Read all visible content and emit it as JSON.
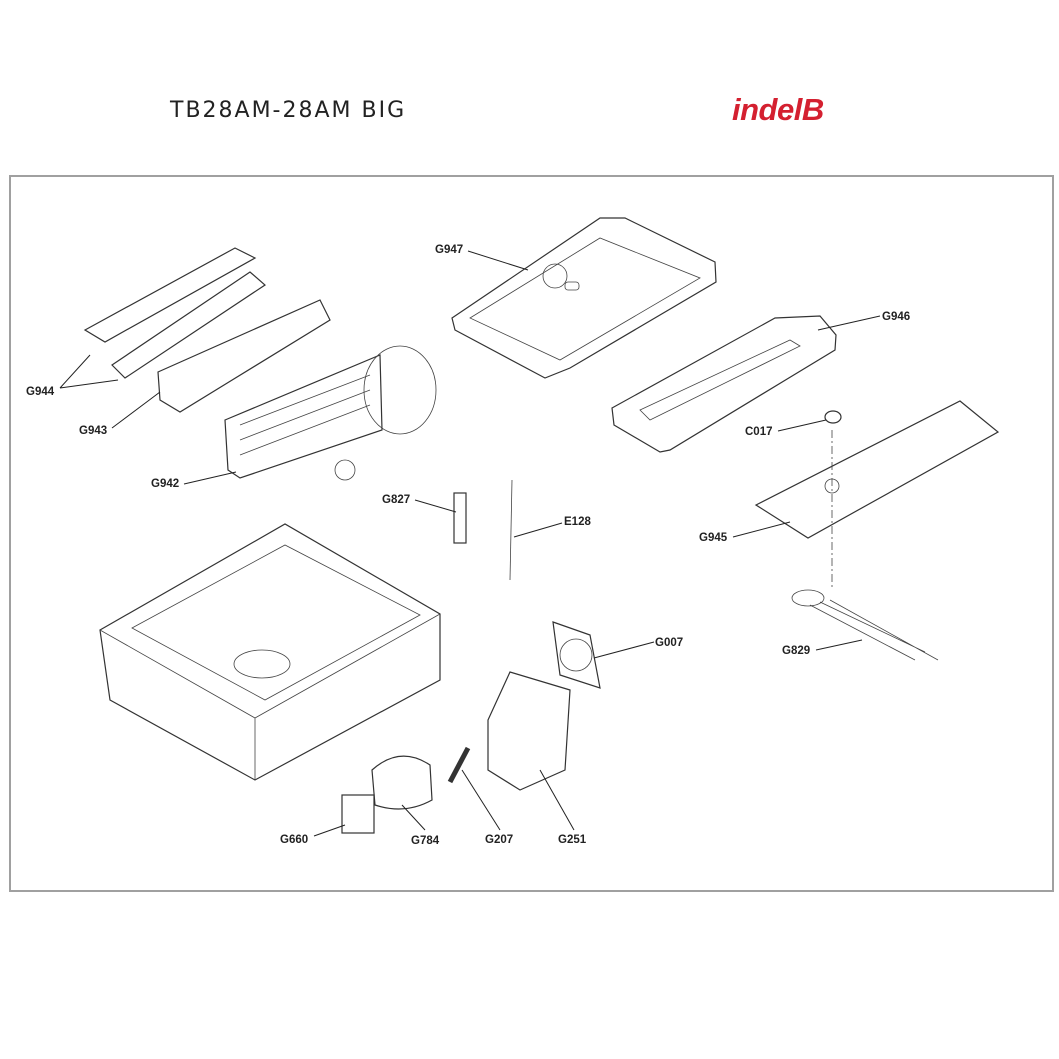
{
  "header": {
    "title": "TB28AM-28AM BIG",
    "logo": "indelB",
    "logo_color": "#d42030"
  },
  "parts": {
    "G947": "G947",
    "G946": "G946",
    "C017": "C017",
    "G945": "G945",
    "G829": "G829",
    "G944": "G944",
    "G943": "G943",
    "G942": "G942",
    "G827": "G827",
    "E128": "E128",
    "G007": "G007",
    "G660": "G660",
    "G784": "G784",
    "G207": "G207",
    "G251": "G251"
  }
}
